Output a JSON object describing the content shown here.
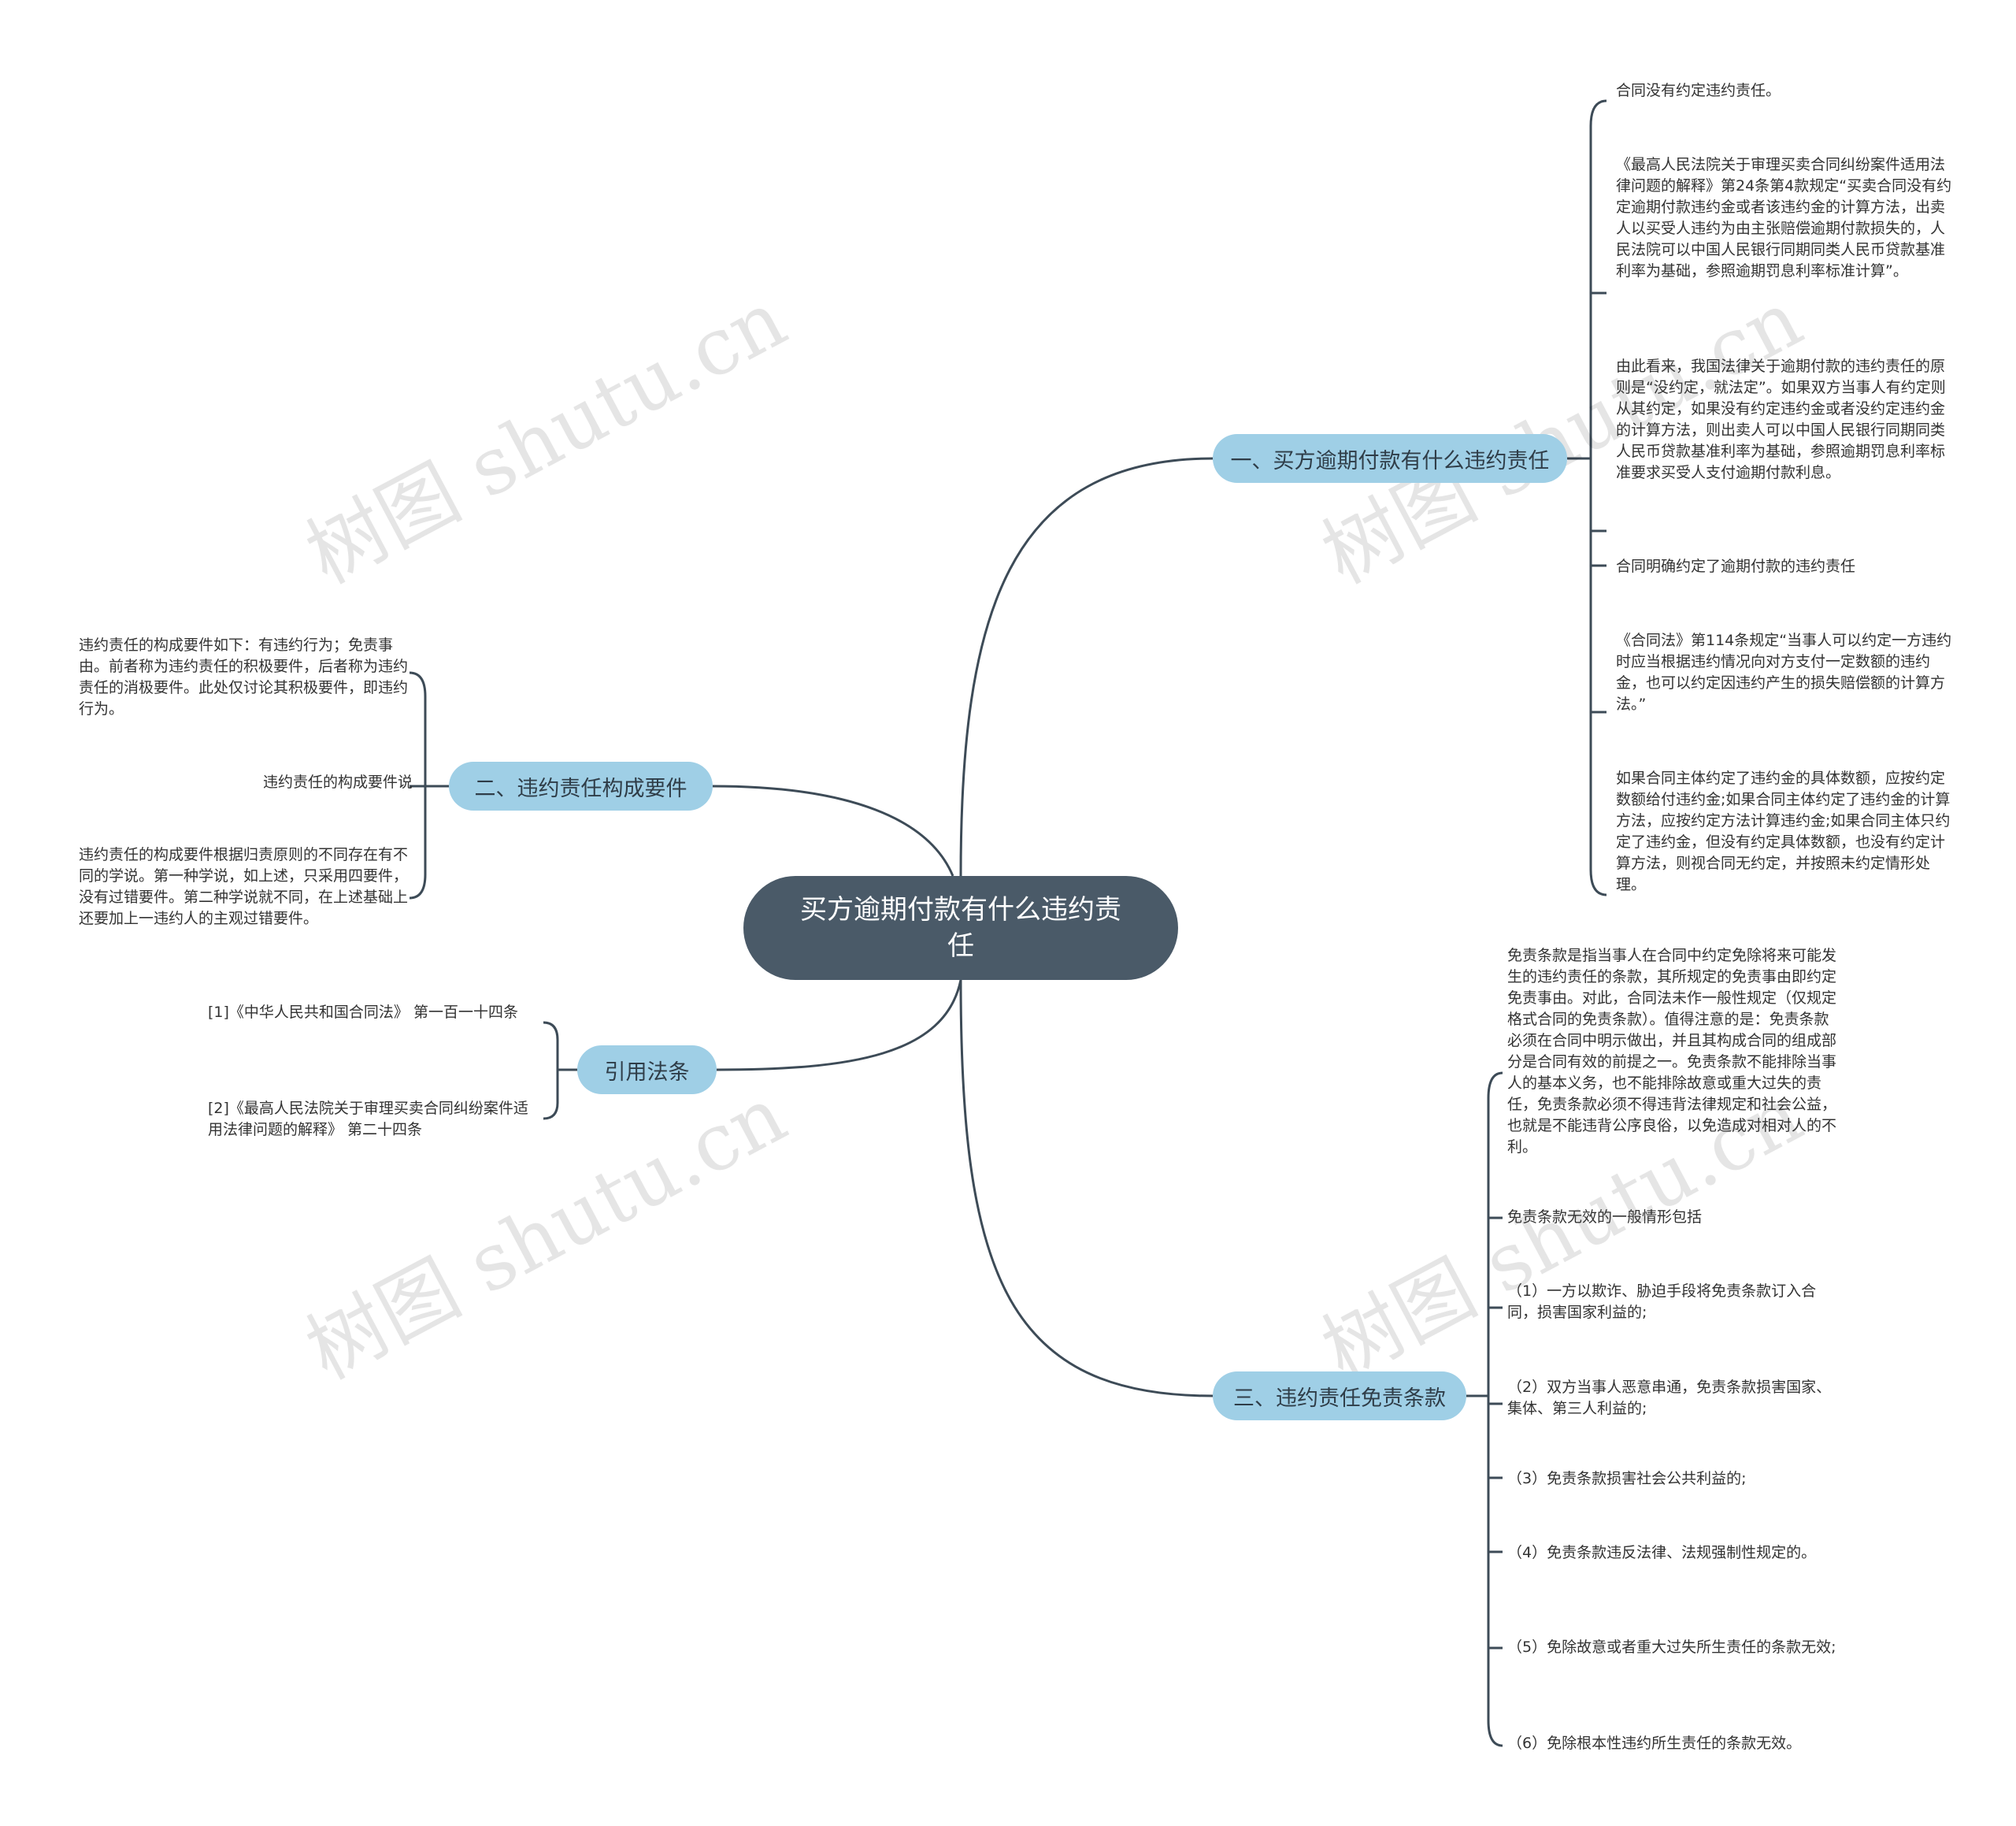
{
  "root": {
    "label": "买方逾期付款有什么违约责任"
  },
  "branches": {
    "b1": {
      "label": "一、买方逾期付款有什么违约责任",
      "leaves": [
        "合同没有约定违约责任。",
        "《最高人民法院关于审理买卖合同纠纷案件适用法律问题的解释》第24条第4款规定“买卖合同没有约定逾期付款违约金或者该违约金的计算方法，出卖人以买受人违约为由主张赔偿逾期付款损失的，人民法院可以中国人民银行同期同类人民币贷款基准利率为基础，参照逾期罚息利率标准计算”。",
        "由此看来，我国法律关于逾期付款的违约责任的原则是“没约定，就法定”。如果双方当事人有约定则从其约定，如果没有约定违约金或者没约定违约金的计算方法，则出卖人可以中国人民银行同期同类人民币贷款基准利率为基础，参照逾期罚息利率标准要求买受人支付逾期付款利息。",
        "合同明确约定了逾期付款的违约责任",
        "《合同法》第114条规定“当事人可以约定一方违约时应当根据违约情况向对方支付一定数额的违约金，也可以约定因违约产生的损失赔偿额的计算方法。”",
        "如果合同主体约定了违约金的具体数额，应按约定数额给付违约金;如果合同主体约定了违约金的计算方法，应按约定方法计算违约金;如果合同主体只约定了违约金，但没有约定具体数额，也没有约定计算方法，则视合同无约定，并按照未约定情形处理。"
      ]
    },
    "b2": {
      "label": "二、违约责任构成要件",
      "leaves": [
        "违约责任的构成要件如下：有违约行为；免责事由。前者称为违约责任的积极要件，后者称为违约责任的消极要件。此处仅讨论其积极要件，即违约行为。",
        "违约责任的构成要件说",
        "违约责任的构成要件根据归责原则的不同存在有不同的学说。第一种学说，如上述，只采用四要件，没有过错要件。第二种学说就不同，在上述基础上还要加上一违约人的主观过错要件。"
      ]
    },
    "b3": {
      "label": "引用法条",
      "leaves": [
        "[1]《中华人民共和国合同法》 第一百一十四条",
        "[2]《最高人民法院关于审理买卖合同纠纷案件适用法律问题的解释》 第二十四条"
      ]
    },
    "b4": {
      "label": "三、违约责任免责条款",
      "leaves": [
        "免责条款是指当事人在合同中约定免除将来可能发生的违约责任的条款，其所规定的免责事由即约定免责事由。对此，合同法未作一般性规定（仅规定格式合同的免责条款）。值得注意的是：免责条款必须在合同中明示做出，并且其构成合同的组成部分是合同有效的前提之一。免责条款不能排除当事人的基本义务，也不能排除故意或重大过失的责任，免责条款必须不得违背法律规定和社会公益，也就是不能违背公序良俗，以免造成对相对人的不利。",
        "免责条款无效的一般情形包括",
        "（1）一方以欺诈、胁迫手段将免责条款订入合同，损害国家利益的;",
        "（2）双方当事人恶意串通，免责条款损害国家、集体、第三人利益的;",
        "（3）免责条款损害社会公共利益的;",
        "（4）免责条款违反法律、法规强制性规定的。",
        "（5）免除故意或者重大过失所生责任的条款无效;",
        "（6）免除根本性违约所生责任的条款无效。"
      ]
    }
  },
  "watermark": "树图 shutu.cn",
  "colors": {
    "root_bg": "#4a5a68",
    "branch_bg": "#9fcfe6",
    "line": "#3d4b57",
    "text": "#333333"
  }
}
